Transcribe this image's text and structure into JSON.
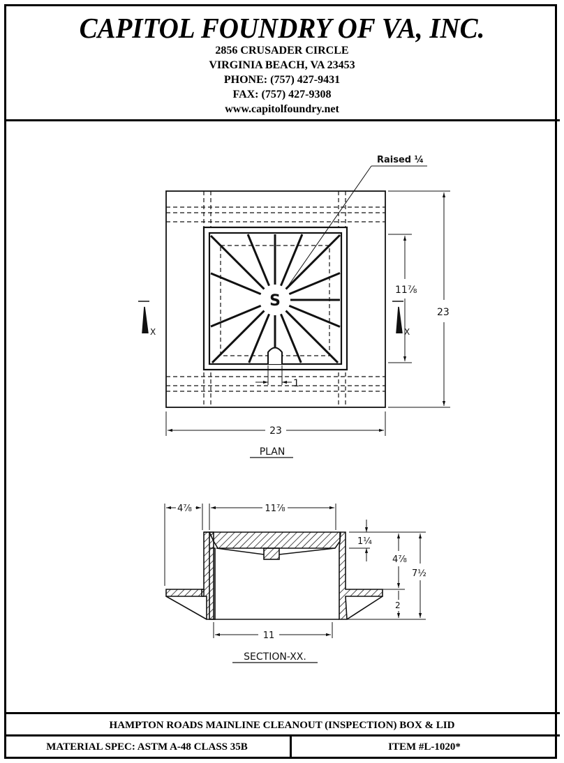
{
  "header": {
    "company": "CAPITOL FOUNDRY OF VA, INC.",
    "address_line1": "2856 CRUSADER CIRCLE",
    "address_line2": "VIRGINIA BEACH, VA 23453",
    "phone": "PHONE: (757) 427-9431",
    "fax": "FAX: (757) 427-9308",
    "website": "www.capitolfoundry.net"
  },
  "drawing": {
    "raised_note": "Raised ¼",
    "plan_center_mark": "S",
    "plan_width": "23",
    "plan_height": "23",
    "plan_inner": "11⅞",
    "plan_slot": "1",
    "section_mark": "X",
    "plan_label": "PLAN",
    "section_flange": "4⅞",
    "section_top": "11⅞",
    "section_bottom": "11",
    "section_lid": "1¼",
    "section_body": "4⅞",
    "section_total": "7½",
    "section_flange_height": "2",
    "section_label": "SECTION-XX."
  },
  "footer": {
    "product": "HAMPTON ROADS MAINLINE CLEANOUT (INSPECTION) BOX & LID",
    "material": "MATERIAL SPEC:  ASTM A-48 CLASS 35B",
    "item": "ITEM #L-1020*"
  }
}
